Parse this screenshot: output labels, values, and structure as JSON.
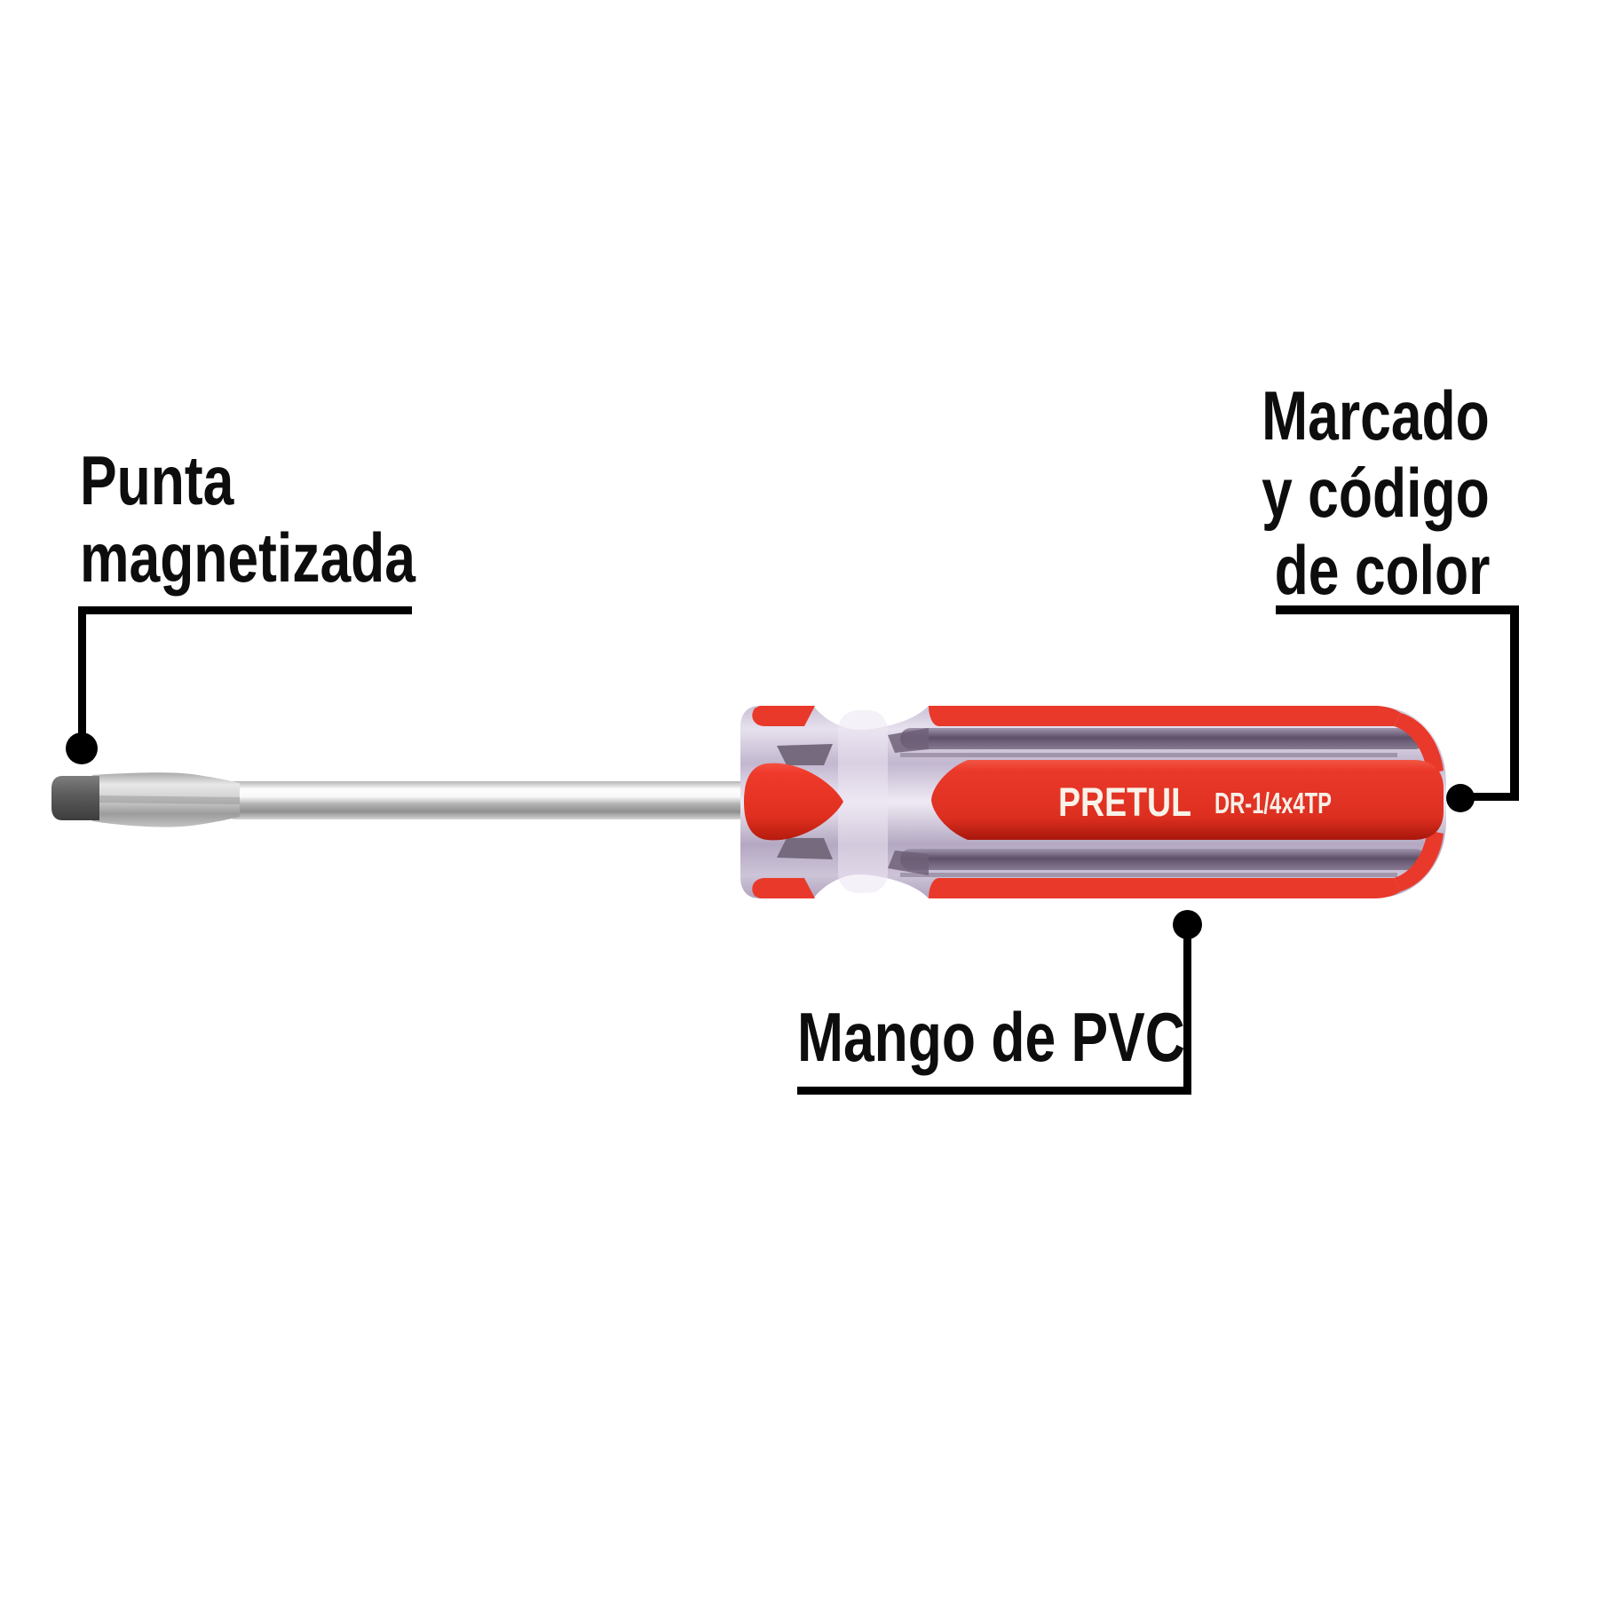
{
  "figure": {
    "background_color": "#ffffff",
    "callouts": [
      {
        "id": "tip",
        "lines": [
          "Punta",
          "magnetizada"
        ]
      },
      {
        "id": "marking",
        "lines": [
          "Marcado",
          "y código",
          "de color"
        ]
      },
      {
        "id": "handle",
        "lines": [
          "Mango de PVC"
        ]
      }
    ],
    "handle_print": {
      "brand": "PRETUL",
      "model": "DR-1/4x4TP"
    },
    "colors": {
      "accent_red": "#e9392b",
      "handle_clear_plastic": "#c9c0d5",
      "handle_groove_dark": "#5f5068",
      "shaft_metal": "#c6c6c6",
      "tip_steel_dark": "#5a5a5a",
      "brand_text": "#f8f2e9",
      "callout_line": "#000000",
      "label_text": "#0d0d0d"
    }
  }
}
